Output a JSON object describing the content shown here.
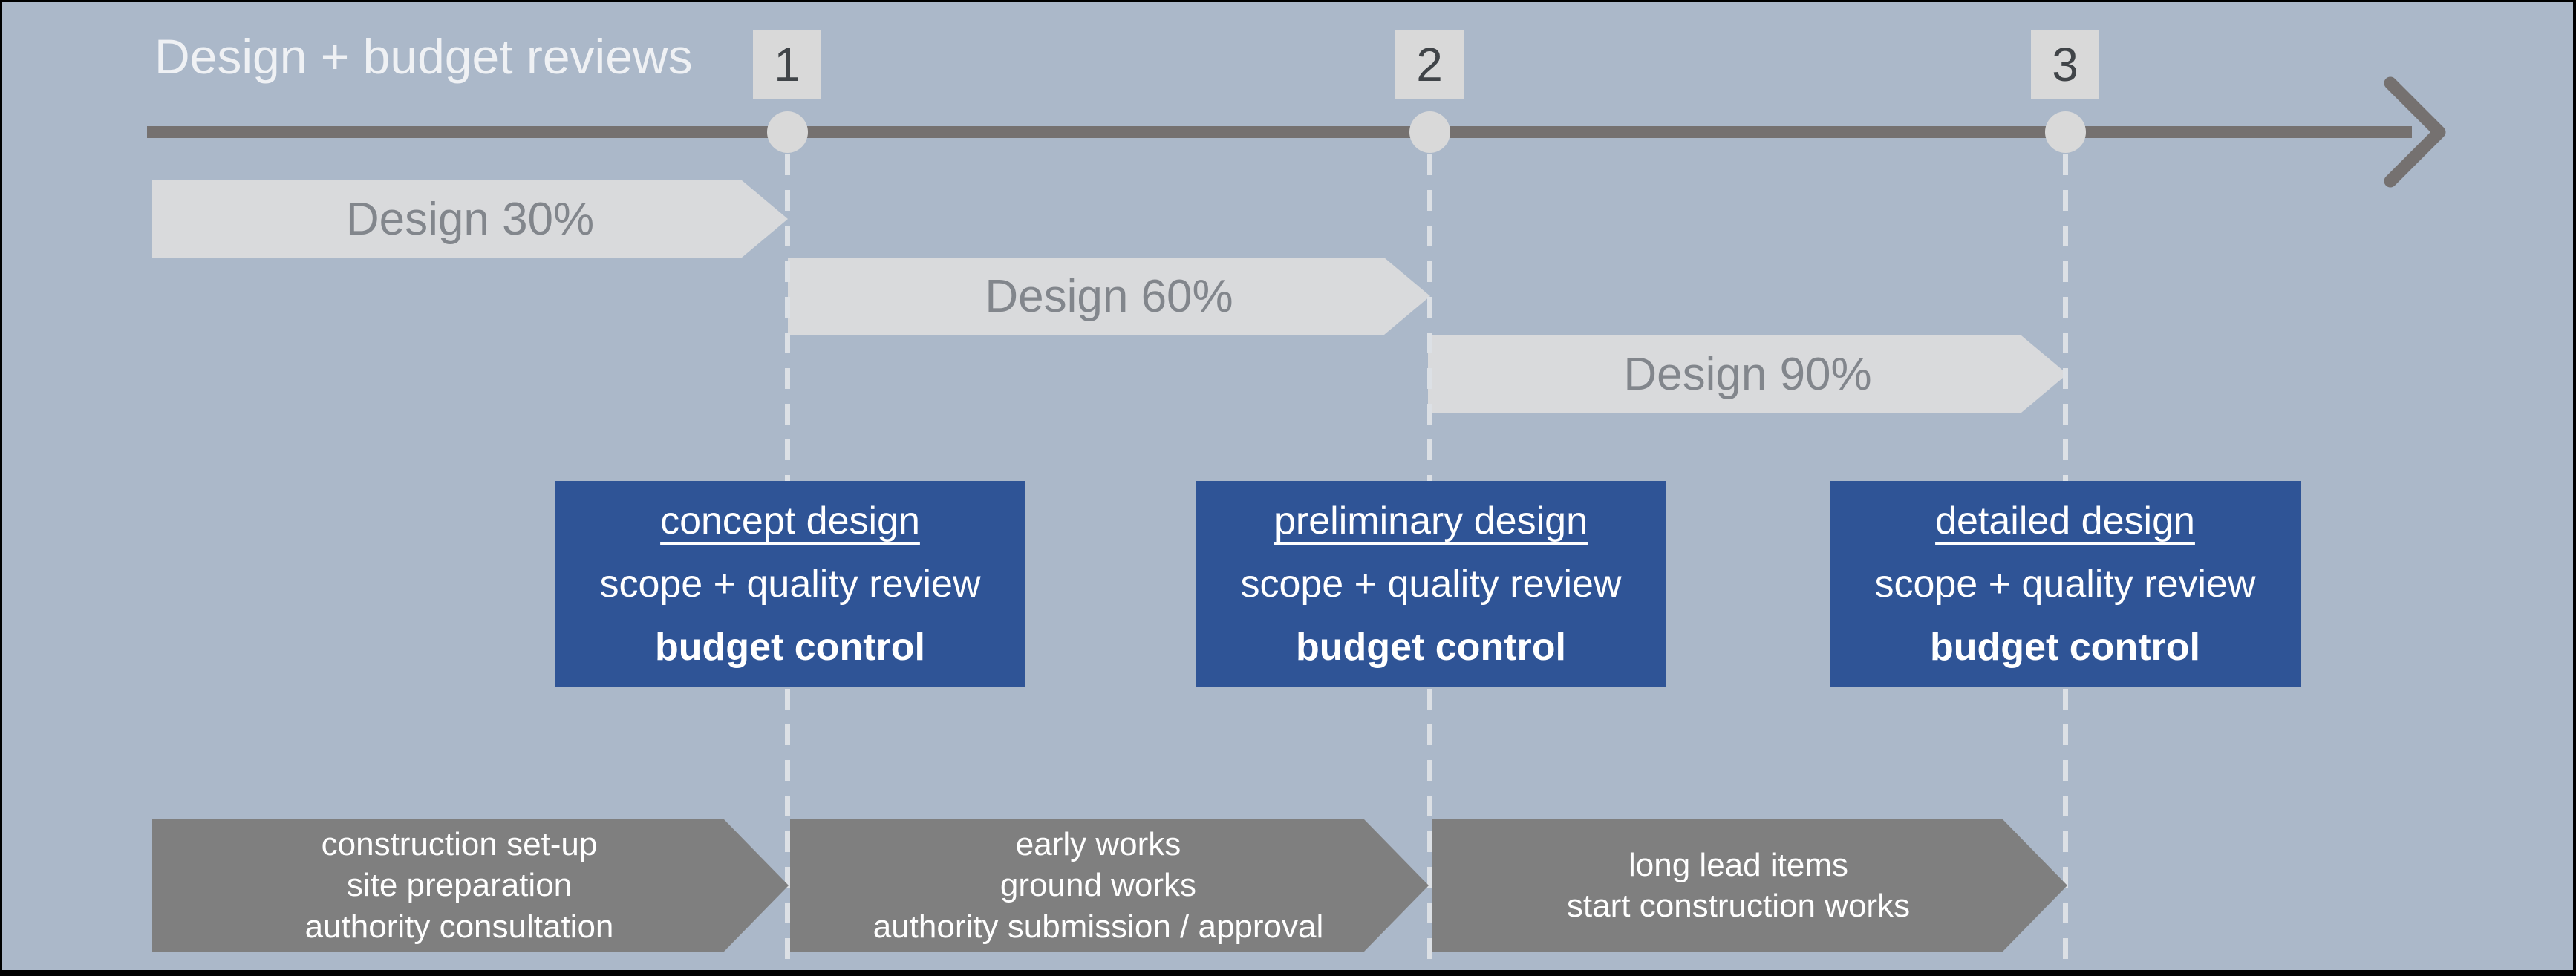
{
  "slide": {
    "title": "Design + budget reviews"
  },
  "milestones": [
    {
      "number": "1"
    },
    {
      "number": "2"
    },
    {
      "number": "3"
    }
  ],
  "design_phases": [
    {
      "label": "Design 30%"
    },
    {
      "label": "Design 60%"
    },
    {
      "label": "Design 90%"
    }
  ],
  "review_boxes": [
    {
      "heading": "concept design",
      "line2": "scope + quality review",
      "line3": "budget control"
    },
    {
      "heading": "preliminary design",
      "line2": "scope + quality review",
      "line3": "budget control"
    },
    {
      "heading": "detailed design",
      "line2": "scope + quality review",
      "line3": "budget control"
    }
  ],
  "construction_phases": [
    {
      "lines": [
        "construction set-up",
        "site preparation",
        "authority consultation"
      ]
    },
    {
      "lines": [
        "early works",
        "ground works",
        "authority submission / approval"
      ]
    },
    {
      "lines": [
        "long lead items",
        "start construction works"
      ]
    }
  ],
  "colors": {
    "background": "#ABB8C9",
    "accent_blue": "#2F5496",
    "dark_gray": "#7F7F7F",
    "light_gray": "#D9D9D9",
    "timeline_gray": "#757170",
    "dashed_line": "#DCE0E5"
  }
}
